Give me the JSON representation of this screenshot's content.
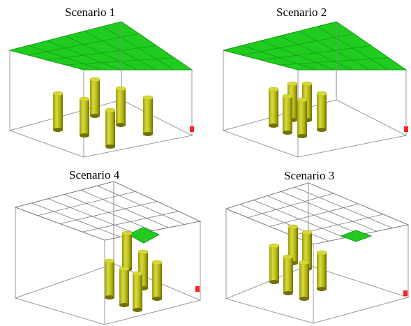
{
  "panels": [
    {
      "id": "p1",
      "title": "Scenario 1",
      "ceiling": "full",
      "layout": "spread",
      "cylinders": 6
    },
    {
      "id": "p2",
      "title": "Scenario 2",
      "ceiling": "full",
      "layout": "clustered",
      "cylinders": 6
    },
    {
      "id": "p4",
      "title": "Scenario 4",
      "ceiling": "single-tile",
      "layout": "clustered",
      "cylinders": 6
    },
    {
      "id": "p3",
      "title": "Scenario 3",
      "ceiling": "single-tile",
      "layout": "clustered",
      "cylinders": 6
    }
  ],
  "colors": {
    "ceiling_green": "#1fcc1f",
    "ceiling_line": "#159a15",
    "cylinder_light": "#d6d838",
    "cylinder_mid": "#b5b70e",
    "cylinder_dark": "#6f7005",
    "marker_red": "#ff2020",
    "edge": "#9a9a9a"
  }
}
